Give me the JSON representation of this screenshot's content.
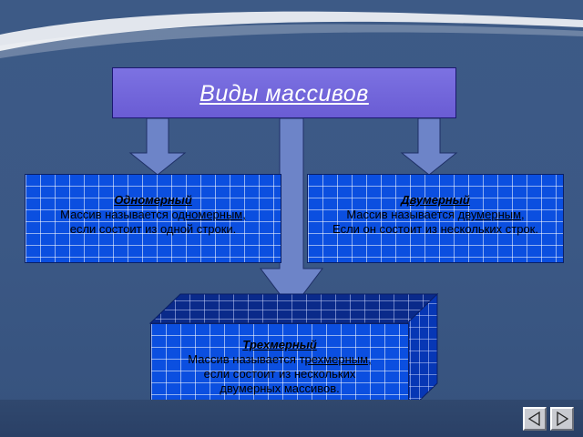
{
  "title": "Виды массивов",
  "boxes": {
    "one_d": {
      "heading": "Одномерный",
      "line1_pre": "Массив называется о",
      "line1_u": "дномерным,",
      "line2": "если состоит из одной строки."
    },
    "two_d": {
      "heading": "Двумерный",
      "line1_pre": "Массив называется ",
      "line1_u": "двумерным",
      "line1_post": ",",
      "line2": "Если он состоит из нескольких строк."
    },
    "three_d": {
      "heading": "Трехмерный",
      "line1_pre": "Массив называется т",
      "line1_u": "рехмерным,",
      "line2": "если состоит из нескольких",
      "line3": "двумерных массивов."
    }
  },
  "colors": {
    "background": "#3b5885",
    "title_fill": "#6a5cd4",
    "box_fill": "#0b4fe0",
    "arrow_fill": "#6d84c8"
  },
  "nav": {
    "prev_icon": "triangle-left-icon",
    "next_icon": "triangle-right-icon"
  }
}
